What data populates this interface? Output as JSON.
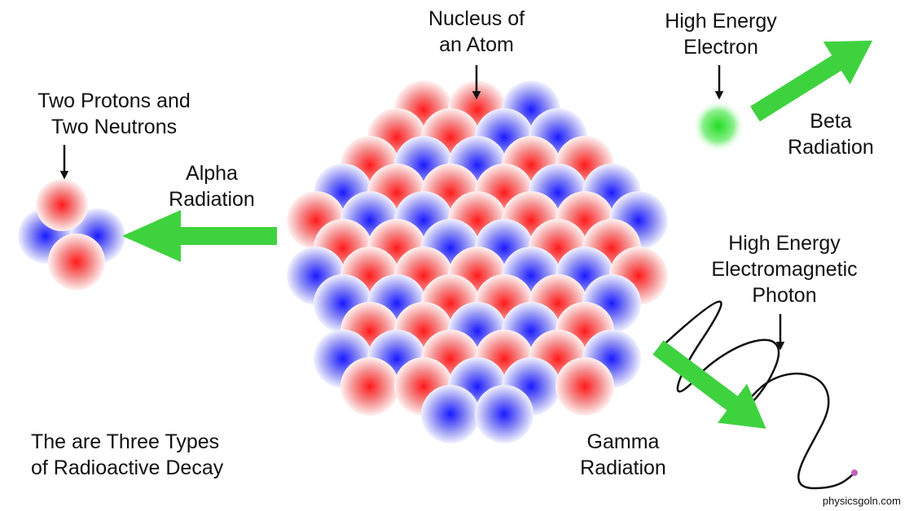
{
  "labels": {
    "nucleus": [
      "Nucleus of",
      "an Atom"
    ],
    "electron": [
      "High Energy",
      "Electron"
    ],
    "protons": [
      "Two Protons and",
      "Two Neutrons"
    ],
    "alpha": [
      "Alpha",
      "Radiation"
    ],
    "beta": [
      "Beta",
      "Radiation"
    ],
    "photon": [
      "High Energy",
      "Electromagnetic",
      "Photon"
    ],
    "gamma": [
      "Gamma",
      "Radiation"
    ],
    "summary": [
      "The are Three Types",
      "of Radioactive Decay"
    ]
  },
  "watermark": "physicsgoln.com",
  "colors": {
    "proton": "#ff1a1a",
    "neutron": "#1a1aff",
    "arrow": "#3fd23f",
    "electron": "#22dd22",
    "photon_end": "#c060c0",
    "text": "#111111"
  }
}
